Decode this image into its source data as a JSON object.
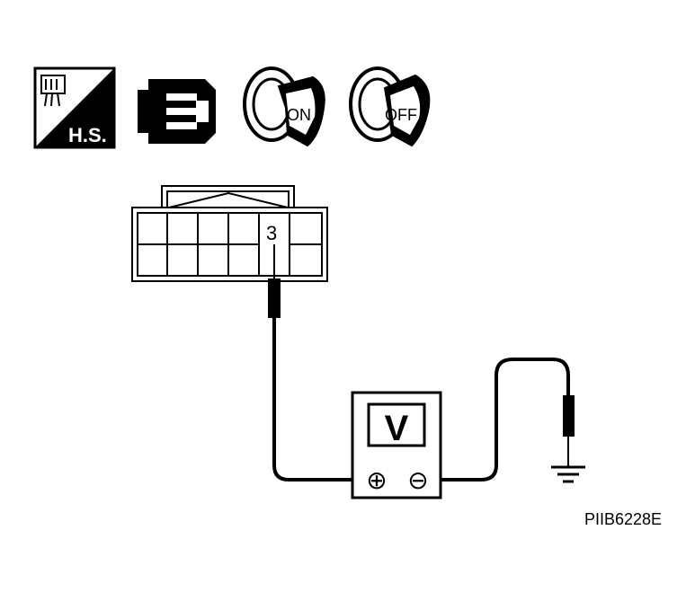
{
  "icons": [
    {
      "name": "harness-side-icon",
      "label": "H.S."
    },
    {
      "name": "connector-disconnected-icon"
    },
    {
      "name": "ignition-key-on-icon",
      "label": "ON"
    },
    {
      "name": "ignition-key-off-icon",
      "label": "OFF"
    }
  ],
  "connector": {
    "terminal_label": "3"
  },
  "voltmeter": {
    "display": "V",
    "plus_terminal": "⊕",
    "minus_terminal": "⊖"
  },
  "figure_id": "PIIB6228E",
  "colors": {
    "ink": "#000000",
    "paper": "#ffffff"
  }
}
